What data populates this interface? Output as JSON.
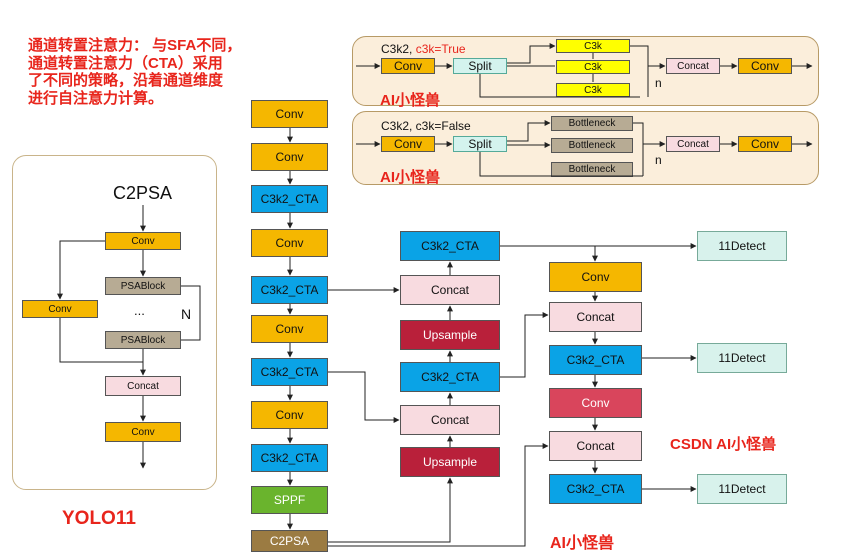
{
  "annotation": {
    "line1": "通道转置注意力： 与SFA不同，",
    "line2": "通道转置注意力（CTA）采用",
    "line3": "了不同的策略，沿着通道维度",
    "line4": "进行自注意力计算。"
  },
  "c2psa_panel": {
    "title": "C2PSA",
    "conv_top": "Conv",
    "psablock_1": "PSABlock",
    "dots": "...",
    "psablock_2": "PSABlock",
    "conv_side": "Conv",
    "n_label": "N",
    "concat": "Concat",
    "conv_bottom": "Conv"
  },
  "model_name": "YOLO11",
  "c3k_true_panel": {
    "caption_prefix": "C3k2, ",
    "caption_flag": "c3k=True",
    "conv_in": "Conv",
    "split": "Split",
    "c3k_1": "C3k",
    "c3k_2": "C3k",
    "c3k_3": "C3k",
    "n_label": "n",
    "concat": "Concat",
    "conv_out": "Conv",
    "watermark": "AI小怪兽"
  },
  "c3k_false_panel": {
    "caption": "C3k2, c3k=False",
    "conv_in": "Conv",
    "split": "Split",
    "bottleneck_1": "Bottleneck",
    "bottleneck_2": "Bottleneck",
    "bottleneck_3": "Bottleneck",
    "n_label": "n",
    "concat": "Concat",
    "conv_out": "Conv",
    "watermark": "AI小怪兽"
  },
  "backbone": {
    "b1": "Conv",
    "b2": "Conv",
    "b3": "C3k2_CTA",
    "b4": "Conv",
    "b5": "C3k2_CTA",
    "b6": "Conv",
    "b7": "C3k2_CTA",
    "b8": "Conv",
    "b9": "C3k2_CTA",
    "b10": "SPPF",
    "b11": "C2PSA"
  },
  "neck_mid": {
    "m1": "C3k2_CTA",
    "m2": "Concat",
    "m3": "Upsample",
    "m4": "C3k2_CTA",
    "m5": "Concat",
    "m6": "Upsample"
  },
  "neck_right": {
    "r1": "Conv",
    "r2": "Concat",
    "r3": "C3k2_CTA",
    "r4": "Conv",
    "r5": "Concat",
    "r6": "C3k2_CTA"
  },
  "detect": {
    "d1": "11Detect",
    "d2": "11Detect",
    "d3": "11Detect"
  },
  "watermarks": {
    "right": "CSDN AI小怪兽",
    "bottom": "AI小怪兽"
  },
  "colors": {
    "conv": "#f5b700",
    "c3k2": "#0aa3e6",
    "concat": "#f8dbe0",
    "upsample": "#b9203a",
    "sppf": "#6ab42d",
    "c2psa": "#9b7b42",
    "detect": "#d8f2ec",
    "annotation_red": "#e8251c"
  }
}
